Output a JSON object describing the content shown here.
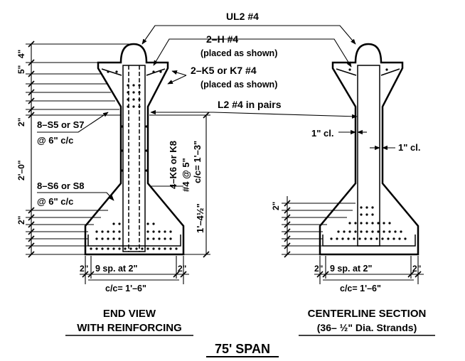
{
  "labels": {
    "ul2": "UL2 #4",
    "h_bars": "2–H #4",
    "h_note": "(placed as shown)",
    "k_bars": "2–K5 or K7 #4",
    "k_note": "(placed as shown)",
    "l2": "L2 #4 in pairs",
    "s5": "8–S5 or S7",
    "s5_spacing": "@ 6\" c/c",
    "s6": "8–S6 or S8",
    "s6_spacing": "@ 6\" c/c",
    "k6": "4–K6 or K8",
    "k6_spacing": "#4 @ 5\"",
    "k6_cc": "c/c= 1'–3\"",
    "clear_left": "1\" cl.",
    "clear_right": "1\" cl."
  },
  "dims": {
    "d4": "4\"",
    "d5": "5\"",
    "d2_top": "2\"",
    "d2_0": "2'–0\"",
    "d2_bot": "2\"",
    "d1_4half": "1'–4½\"",
    "d2_right": "2\"",
    "bottom_left": {
      "edge_l": "2\"",
      "middle": "9 sp. at 2\"",
      "edge_r": "2\"",
      "cc": "c/c= 1'–6\""
    },
    "bottom_right": {
      "edge_l": "2\"",
      "middle": "9 sp. at 2\"",
      "edge_r": "2\"",
      "cc": "c/c= 1'–6\""
    }
  },
  "captions": {
    "end_view_1": "END VIEW",
    "end_view_2": "WITH REINFORCING",
    "centerline_1": "CENTERLINE SECTION",
    "centerline_2": "(36– ½\" Dia. Strands)",
    "span": "75' SPAN"
  }
}
